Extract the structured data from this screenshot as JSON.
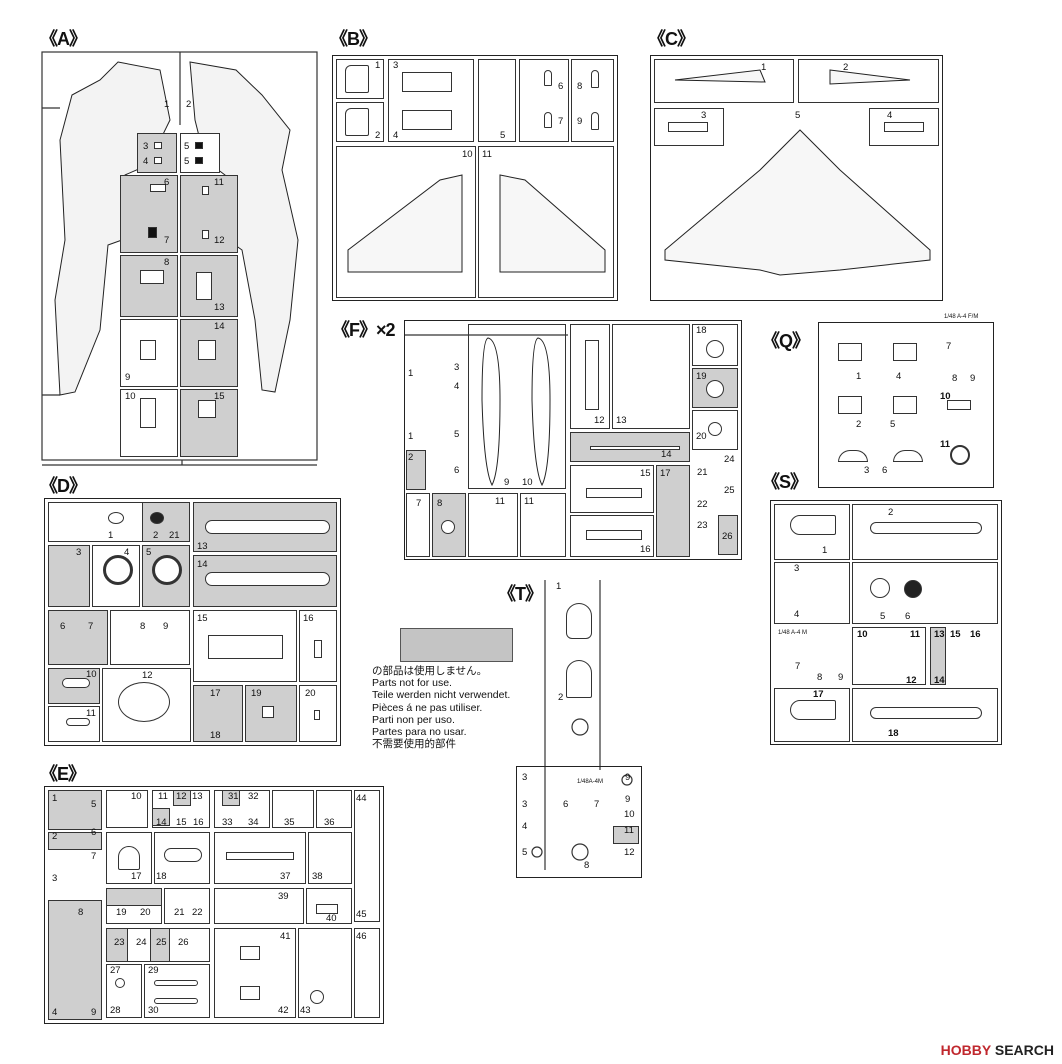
{
  "sprues": {
    "A": {
      "label": "《A》"
    },
    "B": {
      "label": "《B》"
    },
    "C": {
      "label": "《C》"
    },
    "D": {
      "label": "《D》"
    },
    "E": {
      "label": "《E》"
    },
    "F": {
      "label": "《F》×2"
    },
    "Q": {
      "label": "《Q》"
    },
    "S": {
      "label": "《S》"
    },
    "T": {
      "label": "《T》"
    }
  },
  "sprue_codes": {
    "Q": "1/48 A-4 F/M",
    "S": "1/48 A-4 M",
    "T": "1/48A-4M"
  },
  "legend": {
    "line1": "の部品は使用しません。",
    "line2": "Parts not for use.",
    "line3": "Teile werden nicht verwendet.",
    "line4": "Pièces á ne pas utiliser.",
    "line5": "Parti non per uso.",
    "line6": "Partes para no usar.",
    "line7": "不需要使用的部件",
    "swatch_color": "#c4c4c4"
  },
  "watermark": {
    "brand": "HOBBY",
    "suffix": " SEARCH"
  }
}
